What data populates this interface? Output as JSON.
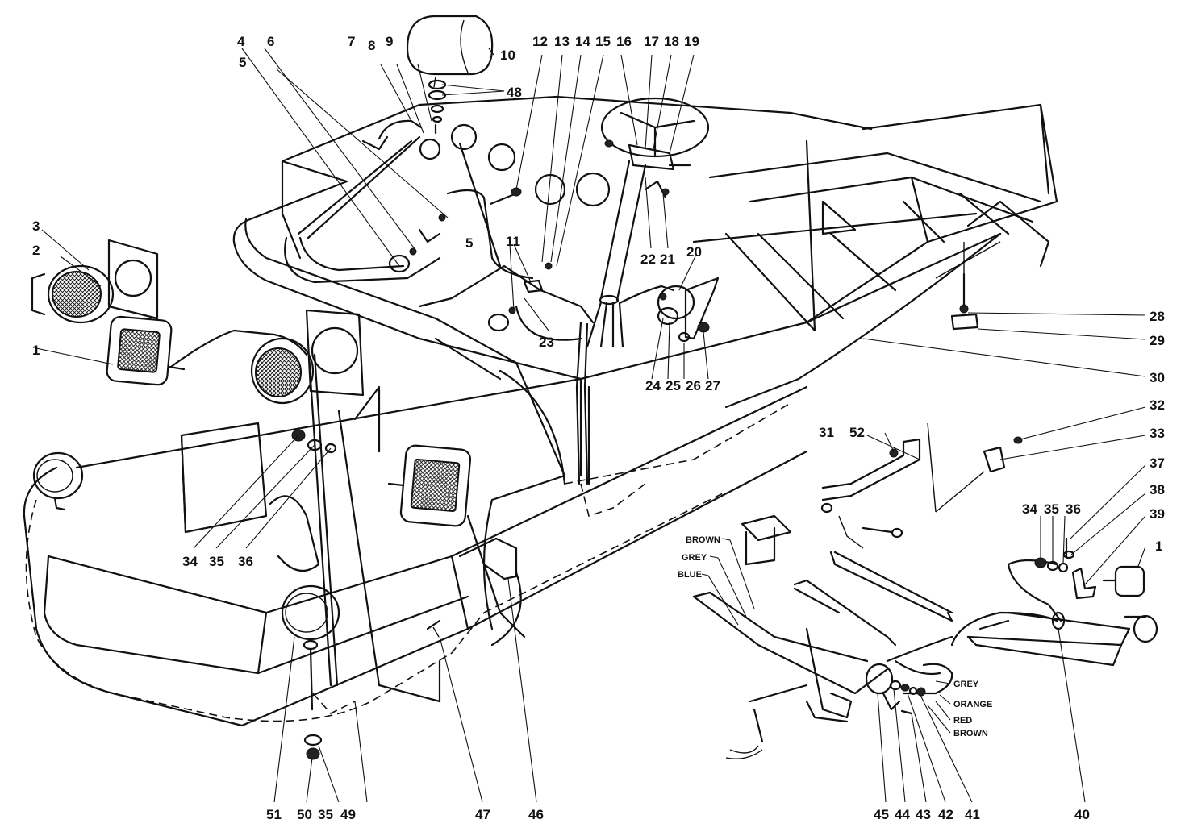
{
  "callouts": {
    "c1a": "1",
    "c1b": "1",
    "c2": "2",
    "c3": "3",
    "c4": "4",
    "c5a": "5",
    "c5b": "5",
    "c6": "6",
    "c7": "7",
    "c8": "8",
    "c9": "9",
    "c10": "10",
    "c11": "11",
    "c12": "12",
    "c13": "13",
    "c14": "14",
    "c15": "15",
    "c16": "16",
    "c17": "17",
    "c18": "18",
    "c19": "19",
    "c20": "20",
    "c21": "21",
    "c22": "22",
    "c23": "23",
    "c24": "24",
    "c25": "25",
    "c26": "26",
    "c27": "27",
    "c28": "28",
    "c29": "29",
    "c30": "30",
    "c31": "31",
    "c32": "32",
    "c33": "33",
    "c34a": "34",
    "c34b": "34",
    "c35a": "35",
    "c35b": "35",
    "c35c": "35",
    "c36a": "36",
    "c36b": "36",
    "c37": "37",
    "c38": "38",
    "c39": "39",
    "c40": "40",
    "c41": "41",
    "c42": "42",
    "c43": "43",
    "c44": "44",
    "c45": "45",
    "c46": "46",
    "c47": "47",
    "c48": "48",
    "c49": "49",
    "c50": "50",
    "c51": "51",
    "c52": "52"
  },
  "wire_colors": {
    "brown_top": "BROWN",
    "grey_top": "GREY",
    "blue": "BLUE",
    "grey_bottom": "GREY",
    "orange": "ORANGE",
    "red": "RED",
    "brown_bottom": "BROWN"
  }
}
